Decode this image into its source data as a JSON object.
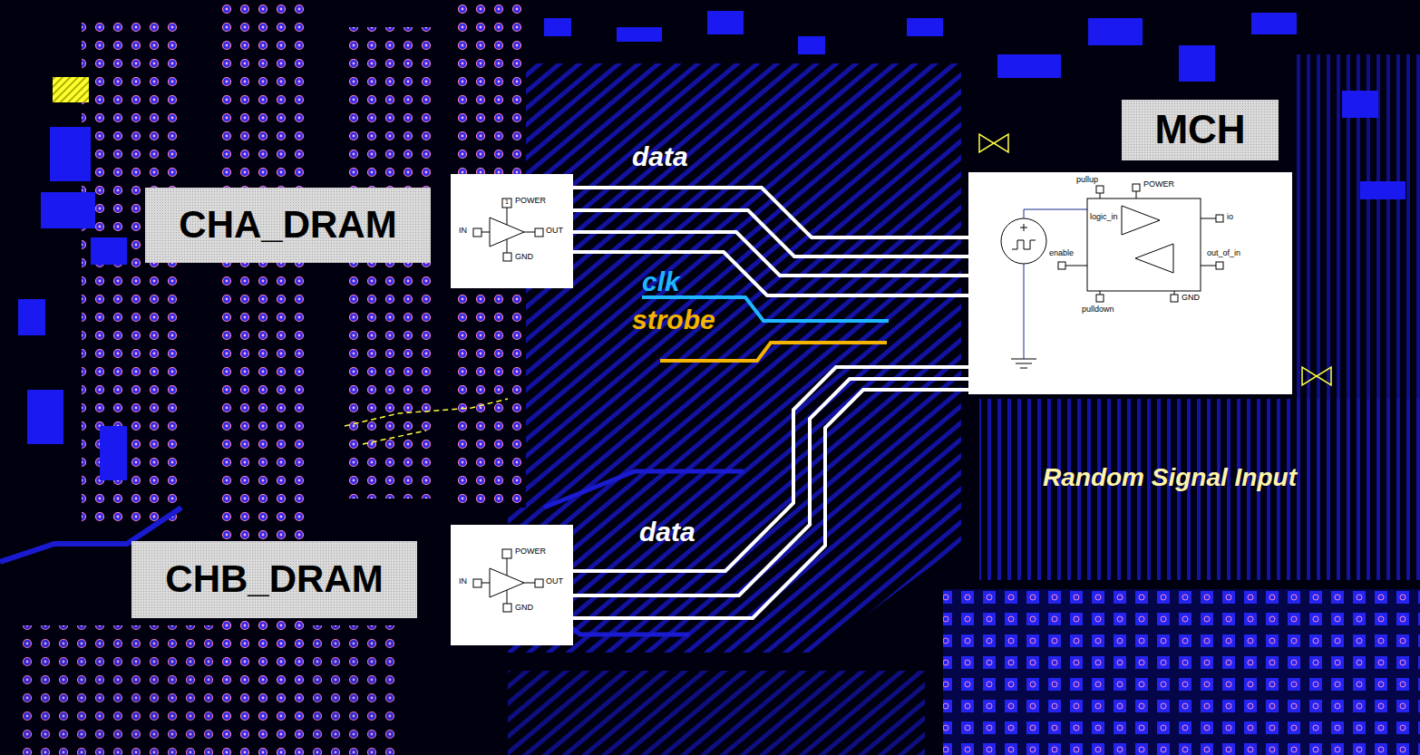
{
  "diagram": {
    "nodes": [
      {
        "text": [
          "CHA_DRAM"
        ]
      },
      {
        "text": [
          "1",
          "POWER",
          "IN",
          "OUT",
          "GND"
        ]
      },
      {
        "text": [
          "MCH"
        ]
      },
      {
        "text": [
          "pullup",
          "POWER",
          "logic_in",
          "io",
          "enable",
          "out_of_in",
          "GND",
          "pulldown"
        ]
      },
      {
        "text": [
          "CHB_DRAM"
        ]
      },
      {
        "text": [
          "POWER",
          "IN",
          "OUT",
          "GND"
        ]
      }
    ],
    "edges": [
      {
        "from": 1,
        "to": 3,
        "arrow": "none"
      },
      {
        "from": 1,
        "to": 3,
        "arrow": "none"
      },
      {
        "from": 1,
        "to": 3,
        "arrow": "none"
      },
      {
        "from": 1,
        "to": 3,
        "arrow": "none"
      },
      {
        "from": 5,
        "to": 3,
        "arrow": "none"
      },
      {
        "from": 5,
        "to": 3,
        "arrow": "none"
      },
      {
        "from": 5,
        "to": 3,
        "arrow": "none"
      }
    ],
    "labels": [
      "data",
      "clk",
      "strobe",
      "data",
      "Random Signal Input"
    ]
  }
}
